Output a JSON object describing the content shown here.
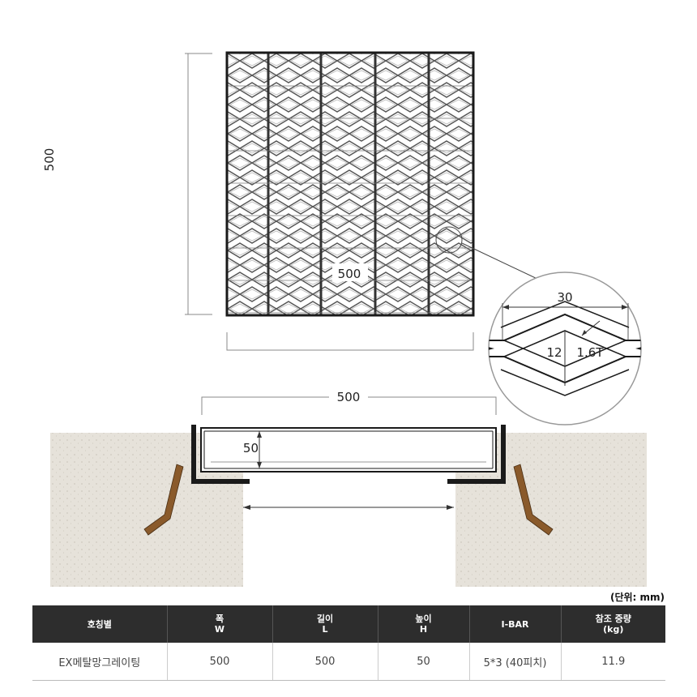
{
  "plan_view": {
    "height_dim": "500",
    "inner_width_dim": "500"
  },
  "detail_view": {
    "pitch_dim": "30",
    "height_dim": "12",
    "thickness_dim": "1.6T"
  },
  "section_view": {
    "width_dim": "500",
    "height_dim": "50"
  },
  "unit_label": "(단위: mm)",
  "table": {
    "headers": [
      {
        "line1": "호칭별",
        "line2": ""
      },
      {
        "line1": "폭",
        "line2": "W"
      },
      {
        "line1": "길이",
        "line2": "L"
      },
      {
        "line1": "높이",
        "line2": "H"
      },
      {
        "line1": "I-BAR",
        "line2": ""
      },
      {
        "line1": "참조 중량",
        "line2": "(kg)"
      }
    ],
    "rows": [
      [
        "EX메탈망그레이팅",
        "500",
        "500",
        "50",
        "5*3 (40피치)",
        "11.9"
      ]
    ]
  },
  "colors": {
    "concrete": "#e6e2da",
    "anchor": "#8a5a2b",
    "frame": "#222222",
    "table_header": "#2d2d2d"
  }
}
